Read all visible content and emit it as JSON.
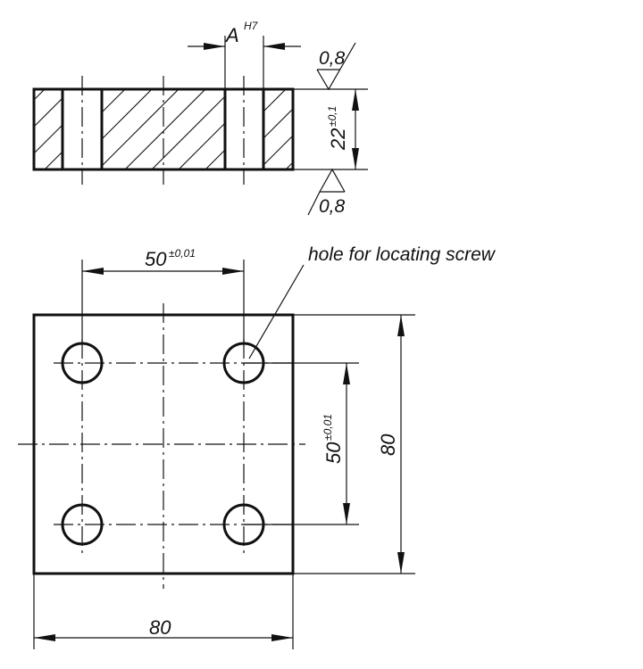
{
  "section_view": {
    "bore_label": "A",
    "bore_tolerance": "H7",
    "roughness_top": "0,8",
    "roughness_bottom": "0,8",
    "thickness_value": "22",
    "thickness_tolerance": "±0,1"
  },
  "plan_view": {
    "hole_spacing_x_value": "50",
    "hole_spacing_x_tolerance": "±0,01",
    "hole_spacing_y_value": "50",
    "hole_spacing_y_tolerance": "±0,01",
    "height_value": "80",
    "width_value": "80",
    "callout": "hole for locating screw"
  }
}
